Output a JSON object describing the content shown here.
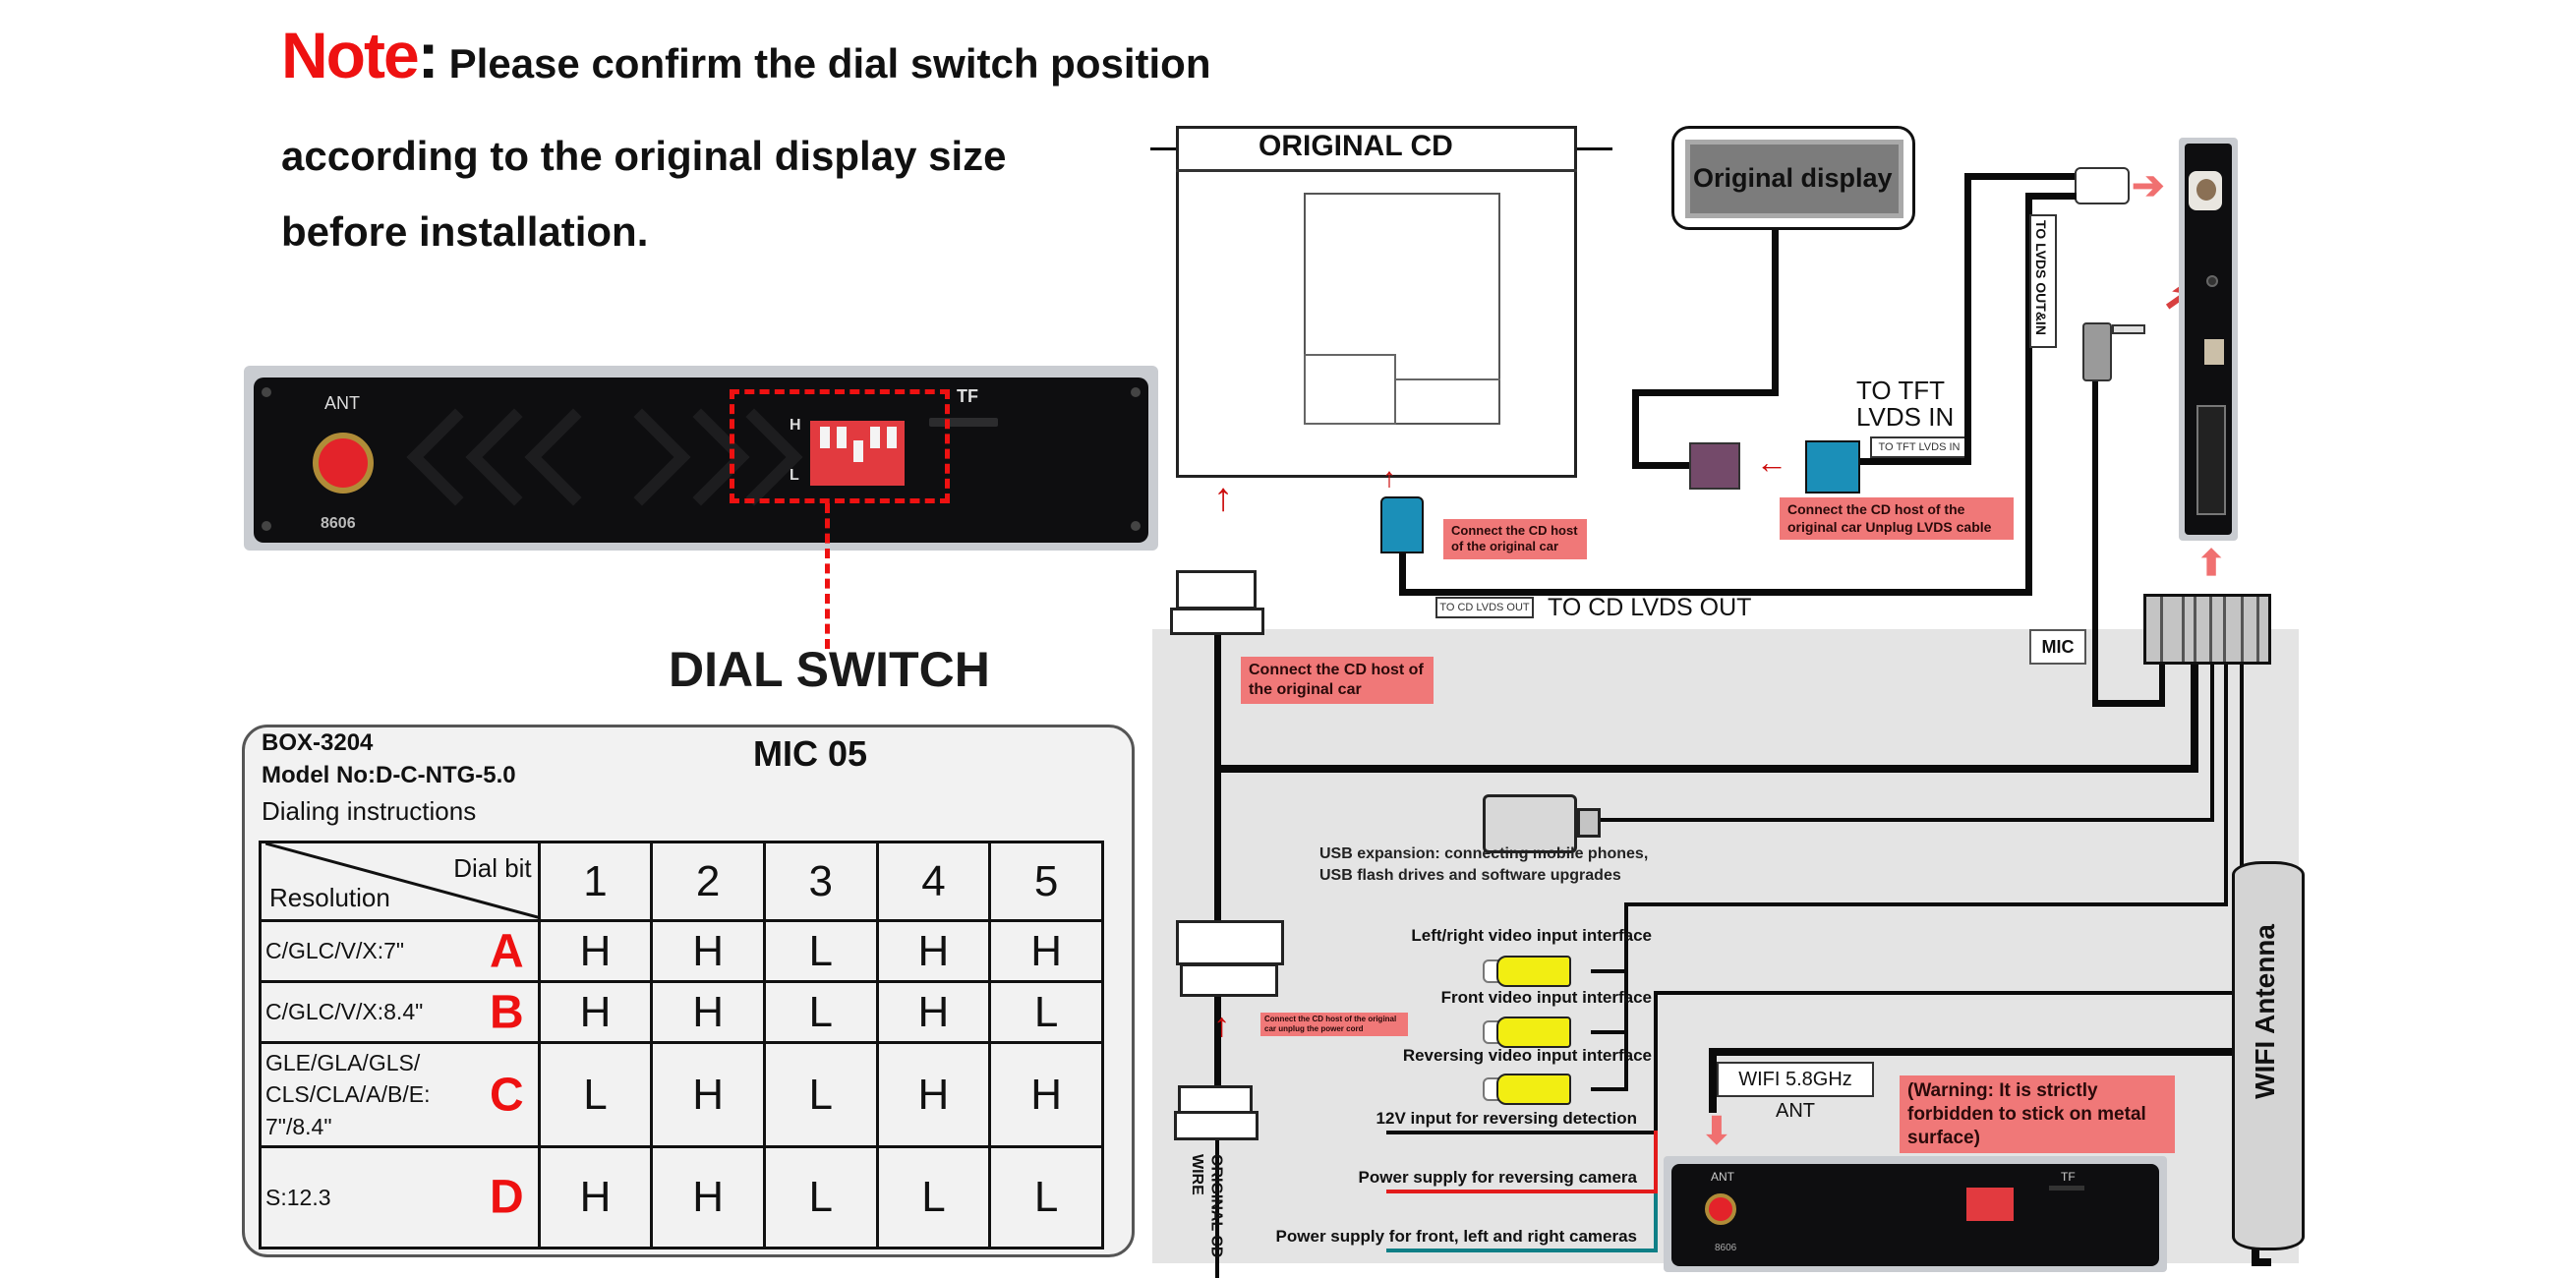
{
  "note": {
    "keyword": "Note",
    "colon": ":",
    "line1": "Please confirm the dial switch position",
    "line2": "according to the original display size",
    "line3": "before installation."
  },
  "device_panel": {
    "ant_label": "ANT",
    "serial": "8606",
    "dip_h": "H",
    "dip_l": "L",
    "dip_positions": [
      "H",
      "H",
      "L",
      "H",
      "H"
    ],
    "tf_label": "TF",
    "callout": "DIAL SWITCH"
  },
  "card": {
    "box_id": "BOX-3204",
    "model": "Model No:D-C-NTG-5.0",
    "instructions": "Dialing instructions",
    "mic": "MIC 05",
    "header_dial": "Dial bit",
    "header_res": "Resolution",
    "bits": [
      "1",
      "2",
      "3",
      "4",
      "5"
    ],
    "rows": [
      {
        "resolution": "C/GLC/V/X:7\"",
        "letter": "A",
        "values": [
          "H",
          "H",
          "L",
          "H",
          "H"
        ]
      },
      {
        "resolution": "C/GLC/V/X:8.4\"",
        "letter": "B",
        "values": [
          "H",
          "H",
          "L",
          "H",
          "L"
        ]
      },
      {
        "resolution": "GLE/GLA/GLS/ CLS/CLA/A/B/E: 7\"/8.4\"",
        "letter": "C",
        "values": [
          "L",
          "H",
          "L",
          "H",
          "H"
        ]
      },
      {
        "resolution": "S:12.3",
        "letter": "D",
        "values": [
          "H",
          "H",
          "L",
          "L",
          "L"
        ]
      }
    ]
  },
  "wiring": {
    "original_cd": "ORIGINAL CD",
    "original_display": "Original display",
    "to_tft_title": "TO TFT\nLVDS IN",
    "to_tft_tag": "TO TFT LVDS IN",
    "to_lvds_out_in": "TO LVDS OUT&IN",
    "note_unplug_lvds": "Connect the CD host of the original car Unplug LVDS cable",
    "note_cd_host_1": "Connect the CD host of the original car",
    "to_cd_lvds_tag": "TO CD LVDS OUT",
    "to_cd_lvds_title": "TO CD LVDS OUT",
    "mic": "MIC",
    "note_cd_host_2": "Connect the CD host of the original car",
    "usb_text_1": "USB expansion: connecting mobile phones,",
    "usb_text_2": "USB flash drives and software upgrades",
    "note_power_cord": "Connect the CD host of the original car unplug the power cord",
    "lr_video": "Left/right video input interface",
    "front_video": "Front video input interface",
    "rev_video": "Reversing video input interface",
    "rev_12v": "12V input for reversing detection",
    "rev_cam_power": "Power supply for reversing camera",
    "front_cam_power": "Power supply for front, left and right cameras",
    "original_cd_wire": "ORIGINAL CD WIRE",
    "wifi_ant": "WIFI 5.8GHz ANT",
    "warning": "(Warning: It is strictly forbidden to stick on metal surface)",
    "wifi_antenna": "WIFI Antenna",
    "small_ant": "ANT",
    "small_tf": "TF",
    "small_serial": "8606"
  },
  "colors": {
    "accent_red": "#ee1111",
    "note_pink": "#f07878",
    "rca_yellow": "#f2ee12",
    "lvds_blue": "#1b8fb8",
    "lvds_purple": "#744a6a",
    "wire_red": "#e31b1b",
    "wire_teal": "#0f7f86"
  }
}
